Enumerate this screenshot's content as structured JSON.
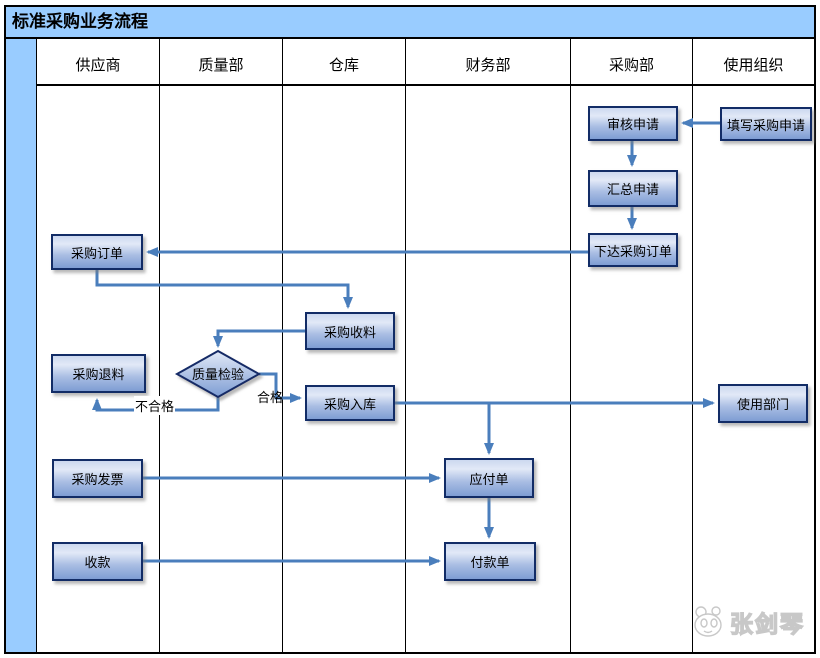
{
  "title": "标准采购业务流程",
  "lanes": [
    "供应商",
    "质量部",
    "仓库",
    "财务部",
    "采购部",
    "使用组织"
  ],
  "nodes": {
    "fill_request": "填写采购申请",
    "review_request": "审核申请",
    "summarize_request": "汇总申请",
    "issue_po": "下达采购订单",
    "purchase_order": "采购订单",
    "receive_material": "采购收料",
    "quality_inspection": "质量检验",
    "purchase_return": "采购退料",
    "purchase_instock": "采购入库",
    "use_department": "使用部门",
    "purchase_invoice": "采购发票",
    "payable": "应付单",
    "receive_payment": "收款",
    "payment": "付款单"
  },
  "edge_labels": {
    "pass": "合格",
    "fail": "不合格"
  },
  "watermark": {
    "text": "张剑琴"
  },
  "colors": {
    "lane_header_bg": "#99CCFF",
    "node_border": "#122c66",
    "node_fill_top": "#e2e9f7",
    "node_fill_bottom": "#7e9dd3",
    "connector": "#4a7ebc",
    "grid_line": "#000000"
  }
}
